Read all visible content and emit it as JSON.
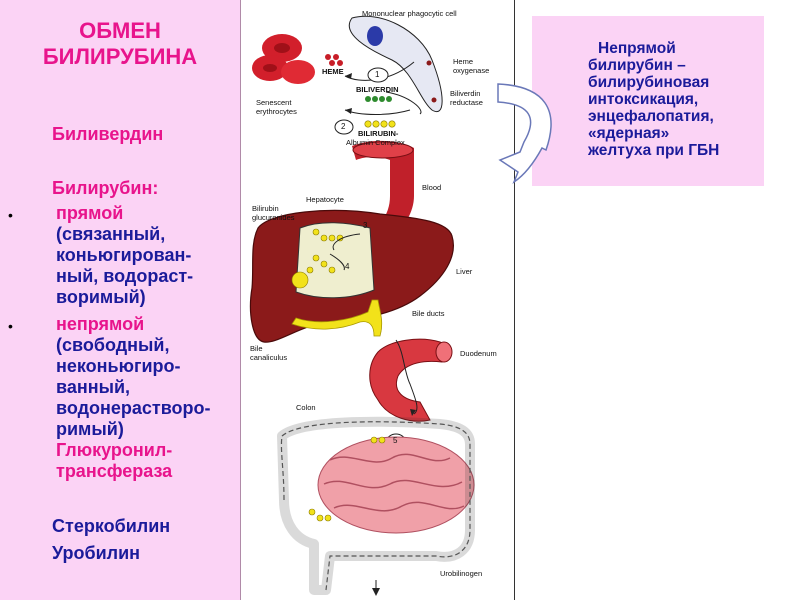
{
  "left": {
    "title_line1": "ОБМЕН",
    "title_line2": "БИЛИРУБИНА",
    "biliverdin": "Биливердин",
    "bilirubin": "Билирубин:",
    "direct_1": "прямой",
    "direct_2": "(связанный,",
    "direct_3": "коньюгирован-",
    "direct_4": "ный, водораст-",
    "direct_5": "воримый)",
    "indirect_1": "непрямой",
    "indirect_2": "(свободный,",
    "indirect_3": "неконьюгиро-",
    "indirect_4": "ванный,",
    "indirect_5": "водонерастворо-",
    "indirect_6": "римый)",
    "enzyme_1": "Глюкуронил-",
    "enzyme_2": "трансфераза",
    "sterco": "Стеркобилин",
    "uro": "Уробилин",
    "bullet": "•"
  },
  "note": {
    "line1": "Непрямой",
    "line2": "билирубин –",
    "line3": "билирубиновая",
    "line4": "интоксикация,",
    "line5": "энцефалопатия,",
    "line6": "«ядерная»",
    "line7": "желтуха при ГБН"
  },
  "diagram": {
    "mononuclear": "Mononuclear phagocytic cell",
    "heme": "HEME",
    "heme_oxygenase_1": "Heme",
    "heme_oxygenase_2": "oxygenase",
    "biliverdin": "BILIVERDIN",
    "biliverdin_reductase_1": "Biliverdin",
    "biliverdin_reductase_2": "reductase",
    "bilirubin_1": "BILIRUBIN-",
    "bilirubin_2": "Albumin Complex",
    "senescent_1": "Senescent",
    "senescent_2": "erythrocytes",
    "blood": "Blood",
    "hepatocyte": "Hepatocyte",
    "glucuronides_1": "Bilirubin",
    "glucuronides_2": "glucuronides",
    "liver": "Liver",
    "bile_ducts": "Bile ducts",
    "canaliculus_1": "Bile",
    "canaliculus_2": "canaliculus",
    "duodenum": "Duodenum",
    "colon": "Colon",
    "urobilinogen": "Urobilinogen",
    "step1": "1",
    "step2": "2",
    "step3": "3",
    "step4": "4",
    "step5": "5"
  },
  "colors": {
    "panel_bg": "#fbd3f5",
    "title_pink": "#e8148c",
    "text_navy": "#1b1b9a",
    "liver": "#8b1a1a",
    "vessel": "#c0202a",
    "bilirubin_yellow": "#f2e21a",
    "biliverdin_green": "#2e8b2e",
    "intestine": "#f0a0a8"
  }
}
